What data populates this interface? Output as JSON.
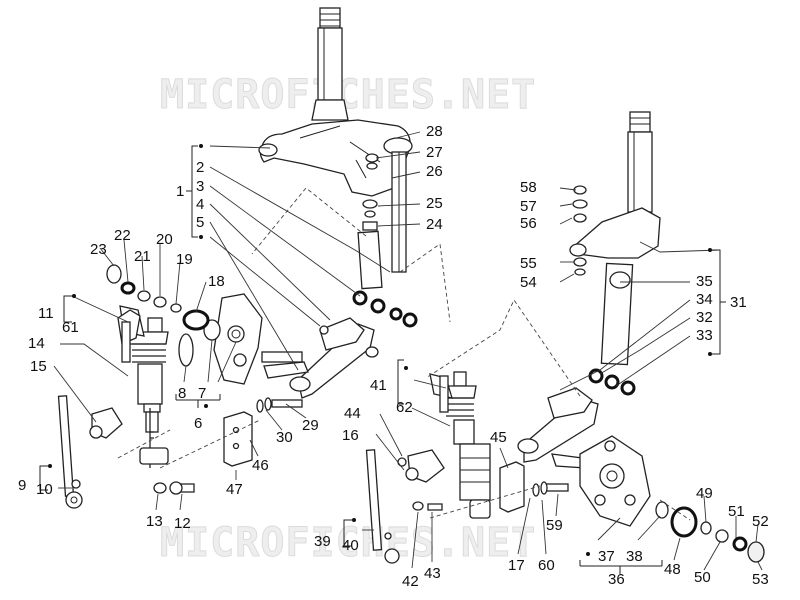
{
  "watermark": "MICROFICHES.NET",
  "labels": {
    "l1": "1",
    "l2": "2",
    "l3": "3",
    "l4": "4",
    "l5": "5",
    "l6": "6",
    "l7": "7",
    "l8": "8",
    "l9": "9",
    "l10": "10",
    "l11": "11",
    "l12": "12",
    "l13": "13",
    "l14": "14",
    "l15": "15",
    "l16": "16",
    "l17": "17",
    "l18": "18",
    "l19": "19",
    "l20": "20",
    "l21": "21",
    "l22": "22",
    "l23": "23",
    "l24": "24",
    "l25": "25",
    "l26": "26",
    "l27": "27",
    "l28": "28",
    "l29": "29",
    "l30": "30",
    "l31": "31",
    "l32": "32",
    "l33": "33",
    "l34": "34",
    "l35": "35",
    "l36": "36",
    "l37": "37",
    "l38": "38",
    "l39": "39",
    "l40": "40",
    "l41": "41",
    "l42": "42",
    "l43": "43",
    "l44": "44",
    "l45": "45",
    "l46": "46",
    "l47": "47",
    "l48": "48",
    "l49": "49",
    "l50": "50",
    "l51": "51",
    "l52": "52",
    "l53": "53",
    "l54": "54",
    "l55": "55",
    "l56": "56",
    "l57": "57",
    "l58": "58",
    "l59": "59",
    "l60": "60",
    "l61": "61",
    "l62": "62"
  }
}
